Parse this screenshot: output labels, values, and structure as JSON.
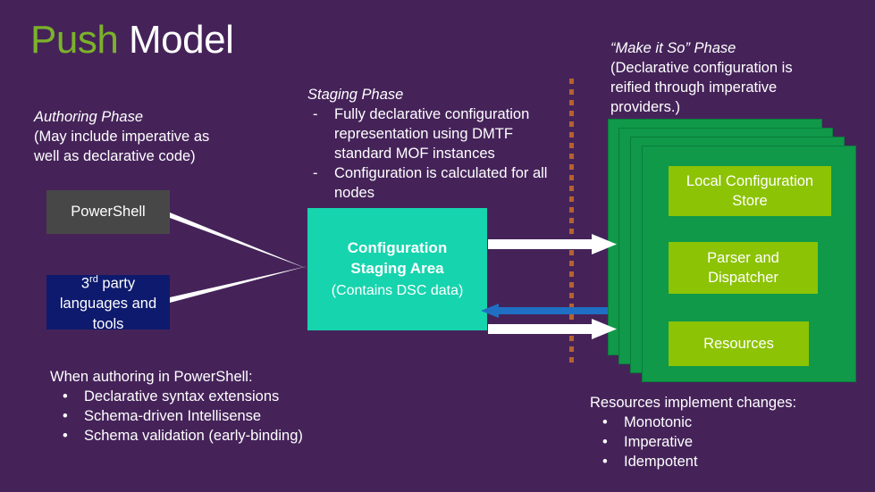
{
  "slide": {
    "background_color": "#452359",
    "title": {
      "accent_word": "Push",
      "rest_word": "Model",
      "accent_color": "#7cb22a"
    }
  },
  "authoring": {
    "heading": "Authoring Phase",
    "subtext": "(May include imperative as\nwell as declarative code)",
    "boxes": {
      "powershell": {
        "label": "PowerShell",
        "color": "#474747"
      },
      "thirdparty": {
        "label_line1_prefix": "3",
        "label_line1_sup": "rd",
        "label_line1_suffix": " party",
        "label_line2": "languages and",
        "label_line3": "tools",
        "color": "#0e1a6e"
      }
    },
    "footer_heading": "When authoring in PowerShell:",
    "footer_items": [
      "Declarative syntax extensions",
      "Schema-driven Intellisense",
      "Schema validation (early-binding)"
    ],
    "footer_marker": "•"
  },
  "staging": {
    "heading": "Staging Phase",
    "marker": "-",
    "items": [
      "Fully declarative configuration representation using DMTF standard MOF instances",
      "Configuration is calculated for all nodes"
    ],
    "box": {
      "title_line1": "Configuration",
      "title_line2": "Staging Area",
      "subtitle": "(Contains DSC data)",
      "color": "#16d4ae"
    }
  },
  "makeitso": {
    "heading": "“Make it So” Phase",
    "subtext": "(Declarative configuration is\nreified through imperative\nproviders.)",
    "panel_color": "#0f9949",
    "inner_color": "#8cc304",
    "panel_count": 4,
    "inner_boxes": [
      {
        "label_line1": "Local Configuration",
        "label_line2": "Store"
      },
      {
        "label_line1": "Parser and",
        "label_line2": "Dispatcher"
      },
      {
        "label_line1": "Resources",
        "label_line2": ""
      }
    ],
    "footer_heading": "Resources implement changes:",
    "footer_items": [
      "Monotonic",
      "Imperative",
      "Idempotent"
    ],
    "footer_marker": "•"
  },
  "connectors": {
    "divider_color": "#b5622f",
    "arrow_forward_color": "#ffffff",
    "arrow_back_color": "#1f6fc4",
    "link_line_color": "#ffffff"
  }
}
